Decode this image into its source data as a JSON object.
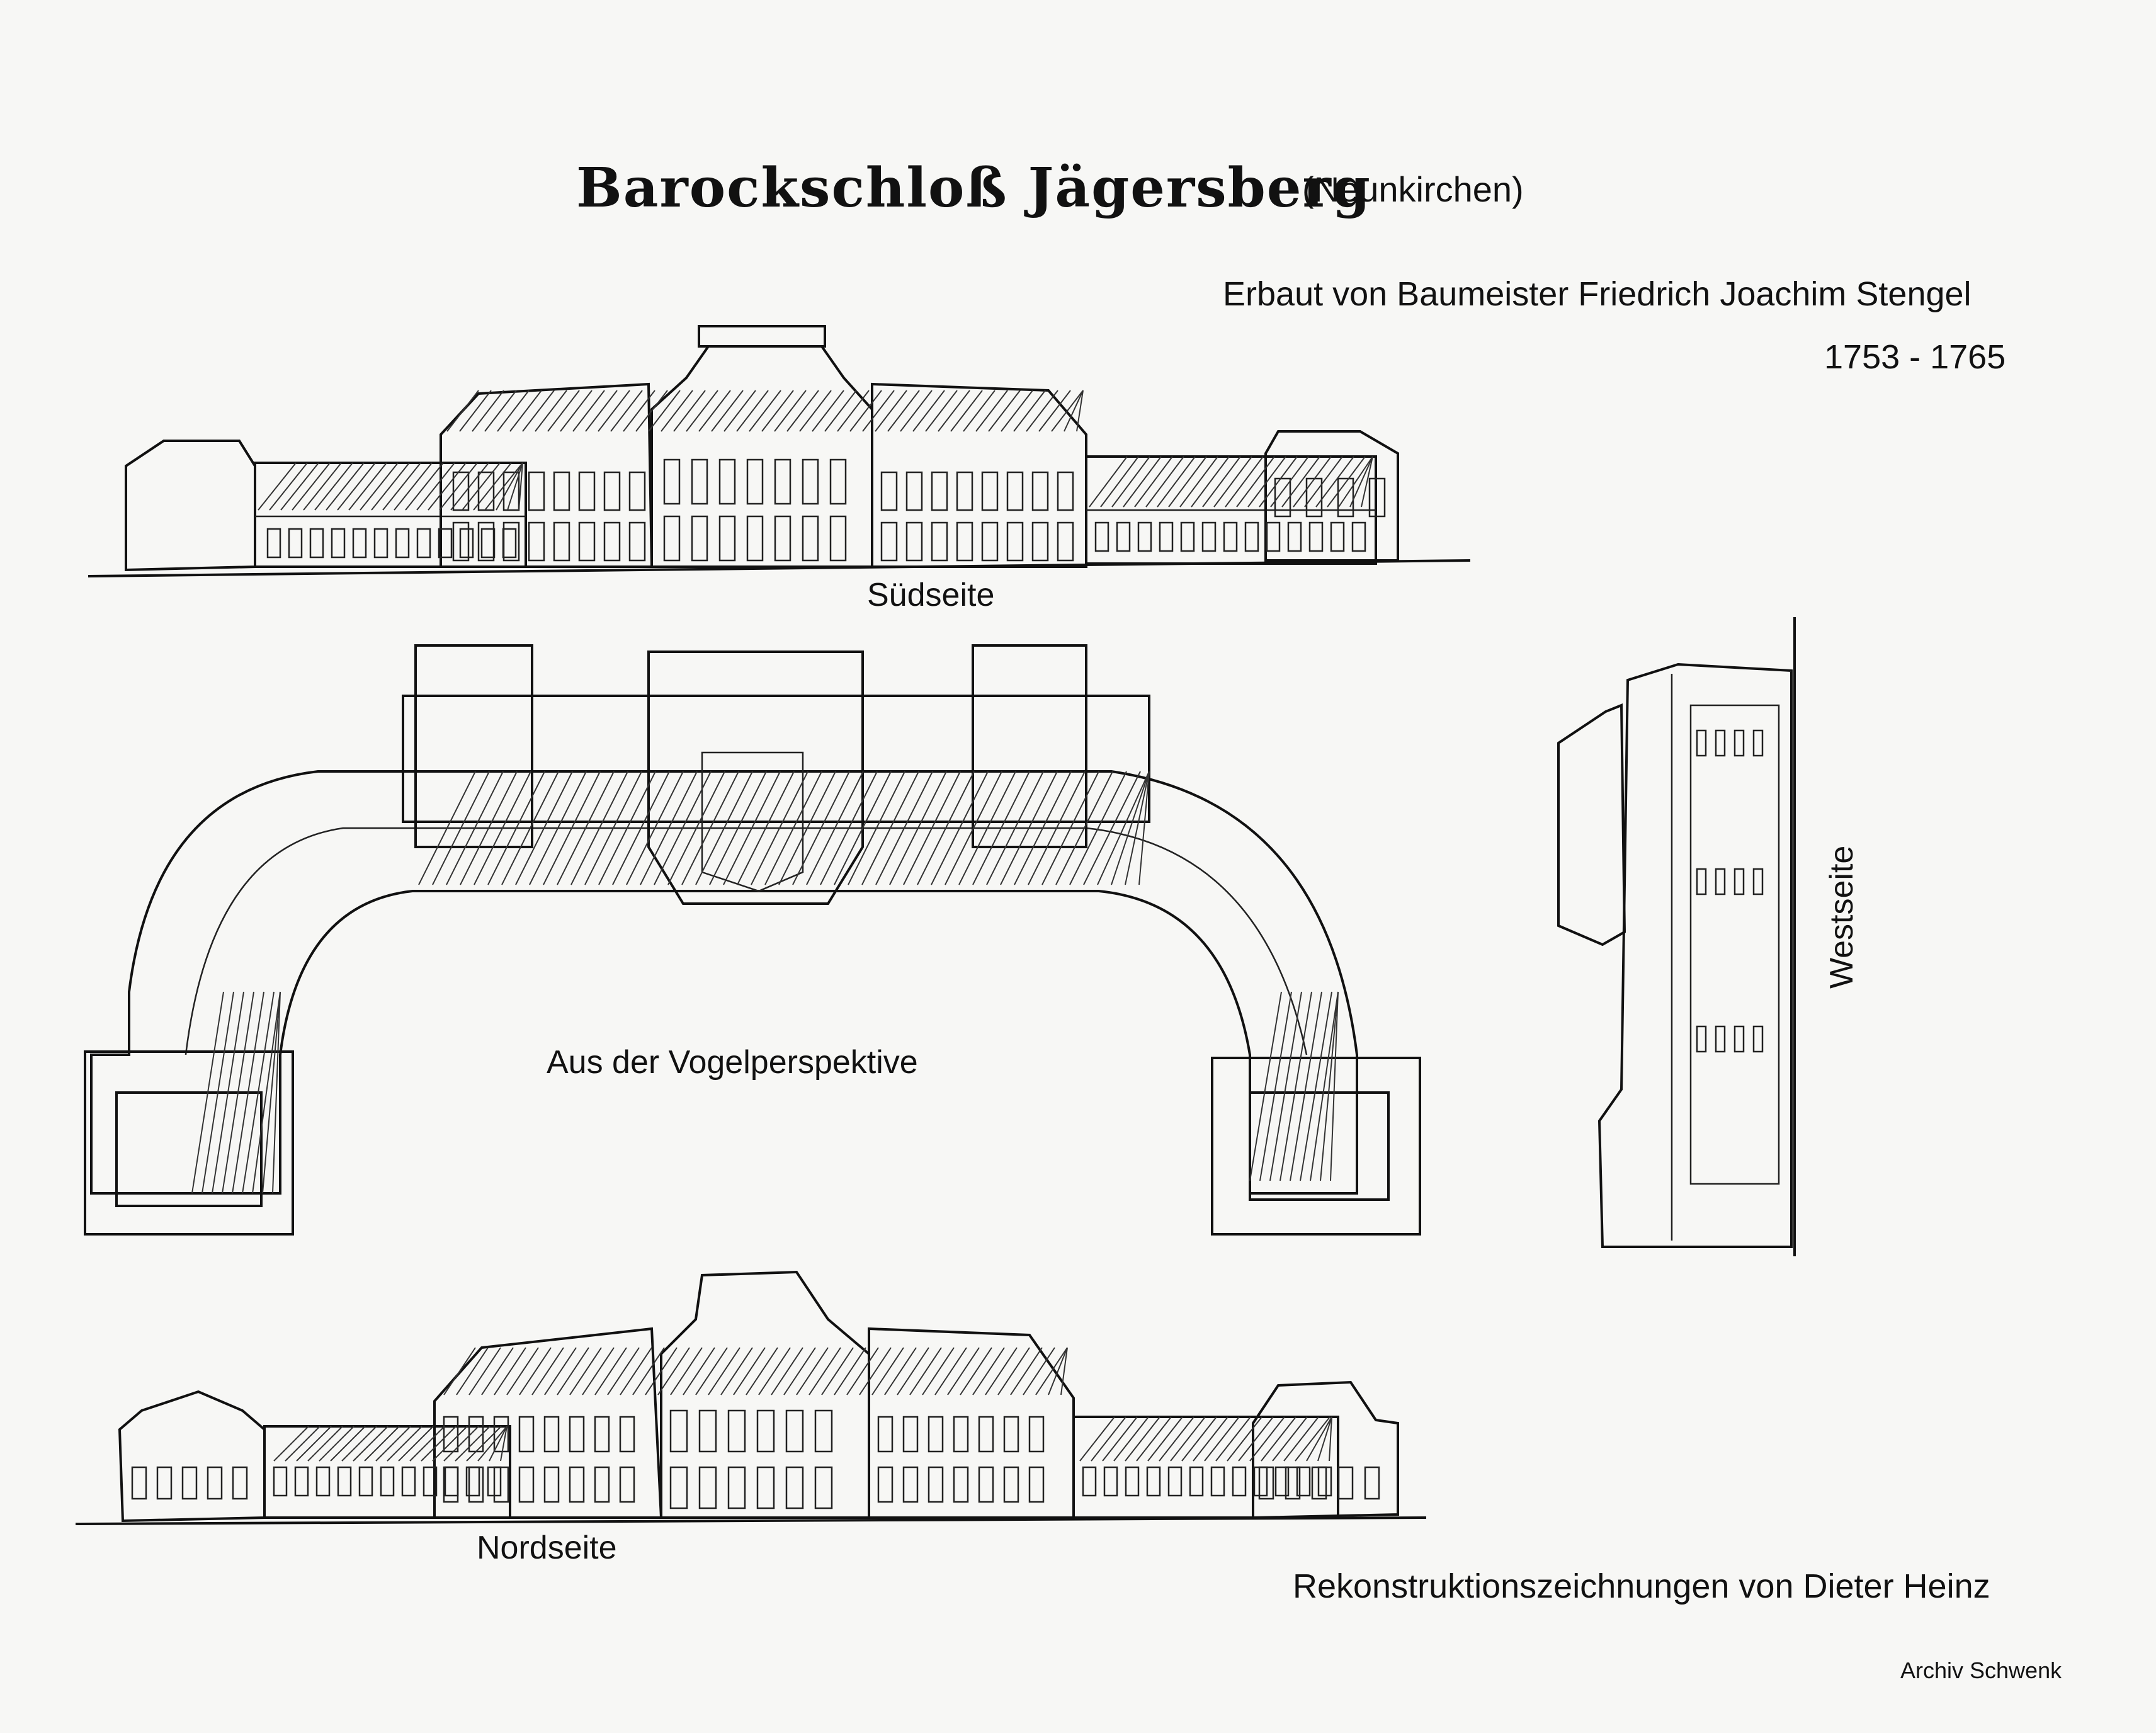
{
  "title": "Barockschloß Jägersberg",
  "subtitle": "(Neunkirchen)",
  "builder": "Erbaut von Baumeister Friedrich Joachim Stengel",
  "years": "1753 - 1765",
  "views": {
    "south": "Südseite",
    "bird": "Aus der Vogelperspektive",
    "west": "Westseite",
    "north": "Nordseite"
  },
  "credits": {
    "reconstruction": "Rekonstruktionszeichnungen von Dieter Heinz",
    "archive": "Archiv Schwenk"
  }
}
